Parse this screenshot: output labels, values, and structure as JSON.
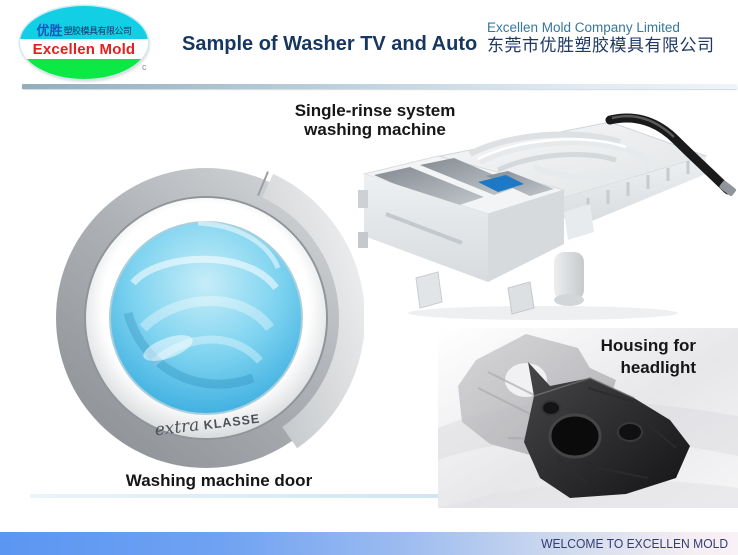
{
  "header": {
    "logo": {
      "cn_large": "优胜",
      "cn_small": "塑胶模具有限公司",
      "brand": "Excellen Mold",
      "mark": "c"
    },
    "title": "Sample of Washer TV and Auto",
    "company_en": "Excellen Mold Company Limited",
    "company_cn": "东莞市优胜塑胶模具有限公司"
  },
  "figures": {
    "drawer": {
      "caption_line1": "Single-rinse system",
      "caption_line2": "washing machine"
    },
    "door": {
      "caption": "Washing machine door",
      "glass_brand_italic": "extra",
      "glass_brand_caps": "KLASSE"
    },
    "headlight": {
      "caption_line1": "Housing for",
      "caption_line2": "headlight"
    }
  },
  "footer": {
    "welcome": "WELCOME TO EXCELLEN MOLD"
  },
  "colors": {
    "title_navy": "#17375E",
    "company_teal": "#35789E",
    "company_cn_navy": "#1F3864",
    "logo_cyan": "#12CFE6",
    "logo_green": "#0CE844",
    "brand_red": "#E3201B",
    "footer_text_navy": "#333D72",
    "footer_blue_left": "#5B96F2",
    "glass_blue": "#41B1E1"
  }
}
